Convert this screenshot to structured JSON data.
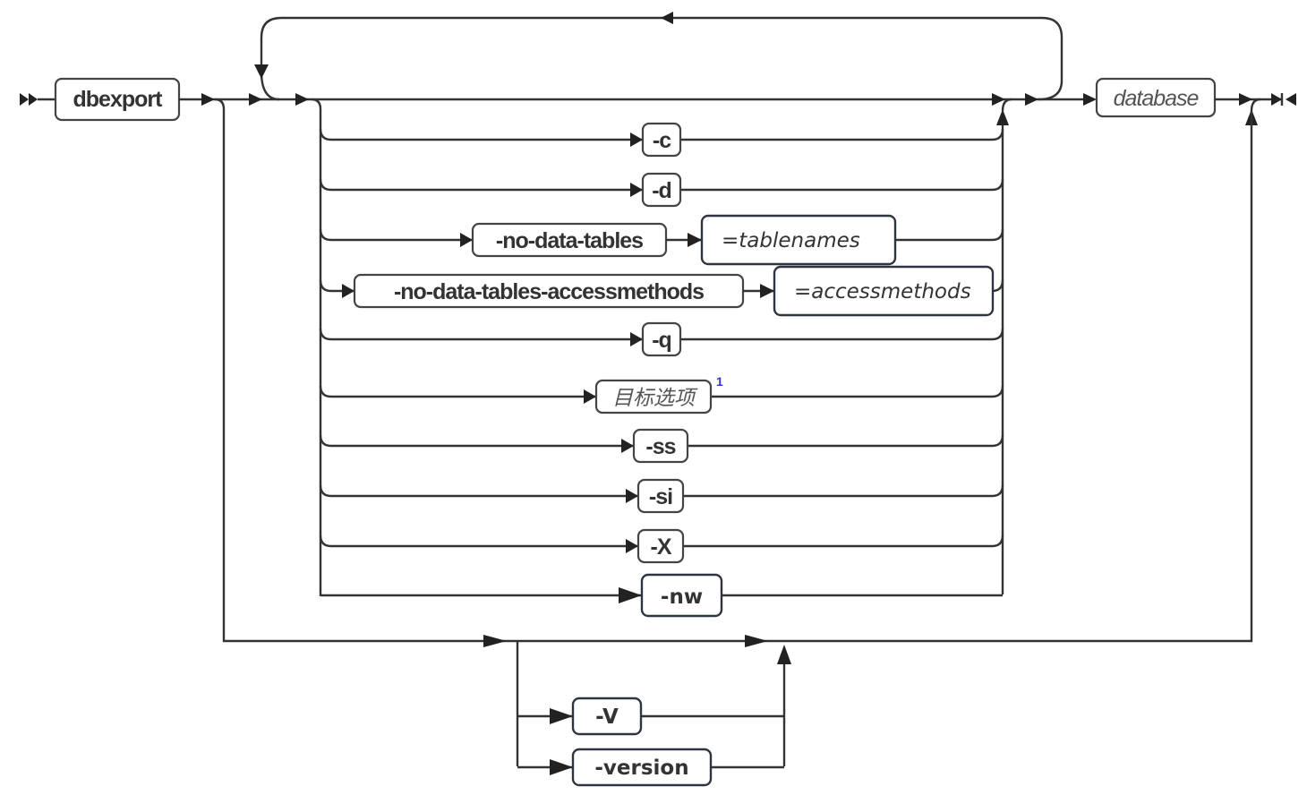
{
  "diagram": {
    "type": "syntax-railroad",
    "command": "dbexport",
    "options": [
      {
        "label": "-c"
      },
      {
        "label": "-d"
      },
      {
        "label": "-no-data-tables",
        "arg": "=tablenames"
      },
      {
        "label": "-no-data-tables-accessmethods",
        "arg": "=accessmethods"
      },
      {
        "label": "-q"
      },
      {
        "label": "目标选项",
        "footnote": "1"
      },
      {
        "label": "-ss"
      },
      {
        "label": "-si"
      },
      {
        "label": "-X"
      },
      {
        "label": "-nw"
      }
    ],
    "database": "database",
    "version_options": [
      {
        "label": "-V"
      },
      {
        "label": "-version"
      }
    ]
  }
}
